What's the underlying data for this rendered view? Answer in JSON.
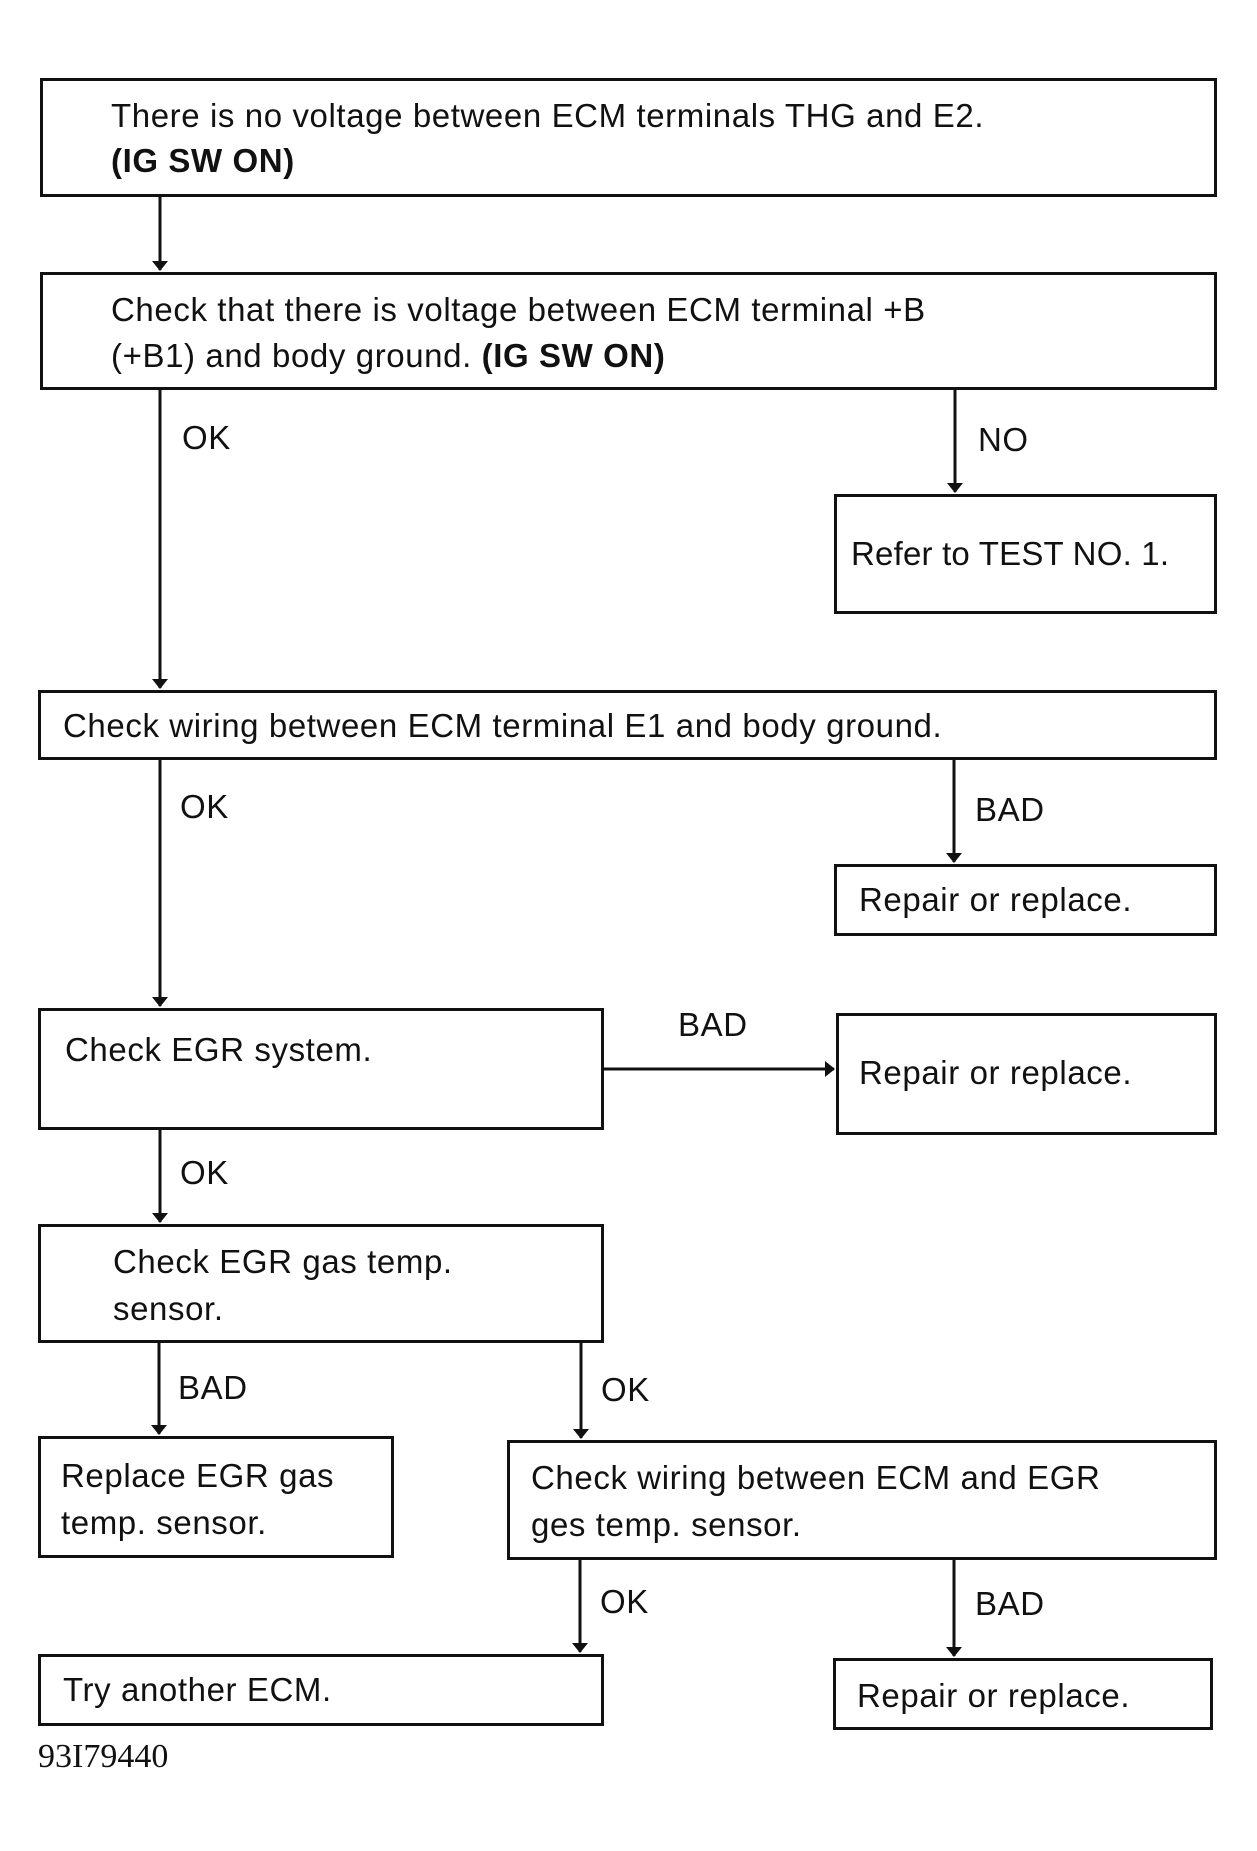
{
  "nodes": {
    "start": {
      "line1": "There is no voltage between ECM terminals THG and E2.",
      "line2": "(IG SW ON)"
    },
    "check_b": {
      "line1": "Check that there is voltage between ECM terminal  +B",
      "line2a": "(+B1) and body ground. ",
      "line2b": "(IG SW ON)"
    },
    "test1": {
      "text": "Refer to TEST NO. 1."
    },
    "check_e1": {
      "text": "Check wiring between ECM terminal E1 and body ground."
    },
    "repair1": {
      "text": "Repair or replace."
    },
    "check_egr": {
      "text": "Check EGR system."
    },
    "repair2": {
      "text": "Repair or replace."
    },
    "check_sensor": {
      "line1": "Check EGR gas temp.",
      "line2": "sensor."
    },
    "replace_sensor": {
      "line1": "Replace EGR gas",
      "line2": "temp. sensor."
    },
    "check_wiring": {
      "line1": "Check wiring between ECM and EGR",
      "line2": "ges temp. sensor."
    },
    "try_ecm": {
      "text": "Try another ECM."
    },
    "repair3": {
      "text": "Repair or replace."
    }
  },
  "edge_labels": {
    "ok1": "OK",
    "no1": "NO",
    "ok2": "OK",
    "bad2": "BAD",
    "bad3": "BAD",
    "ok3": "OK",
    "bad4": "BAD",
    "ok4": "OK",
    "ok5": "OK",
    "bad5": "BAD"
  },
  "figure_id": "93I79440"
}
